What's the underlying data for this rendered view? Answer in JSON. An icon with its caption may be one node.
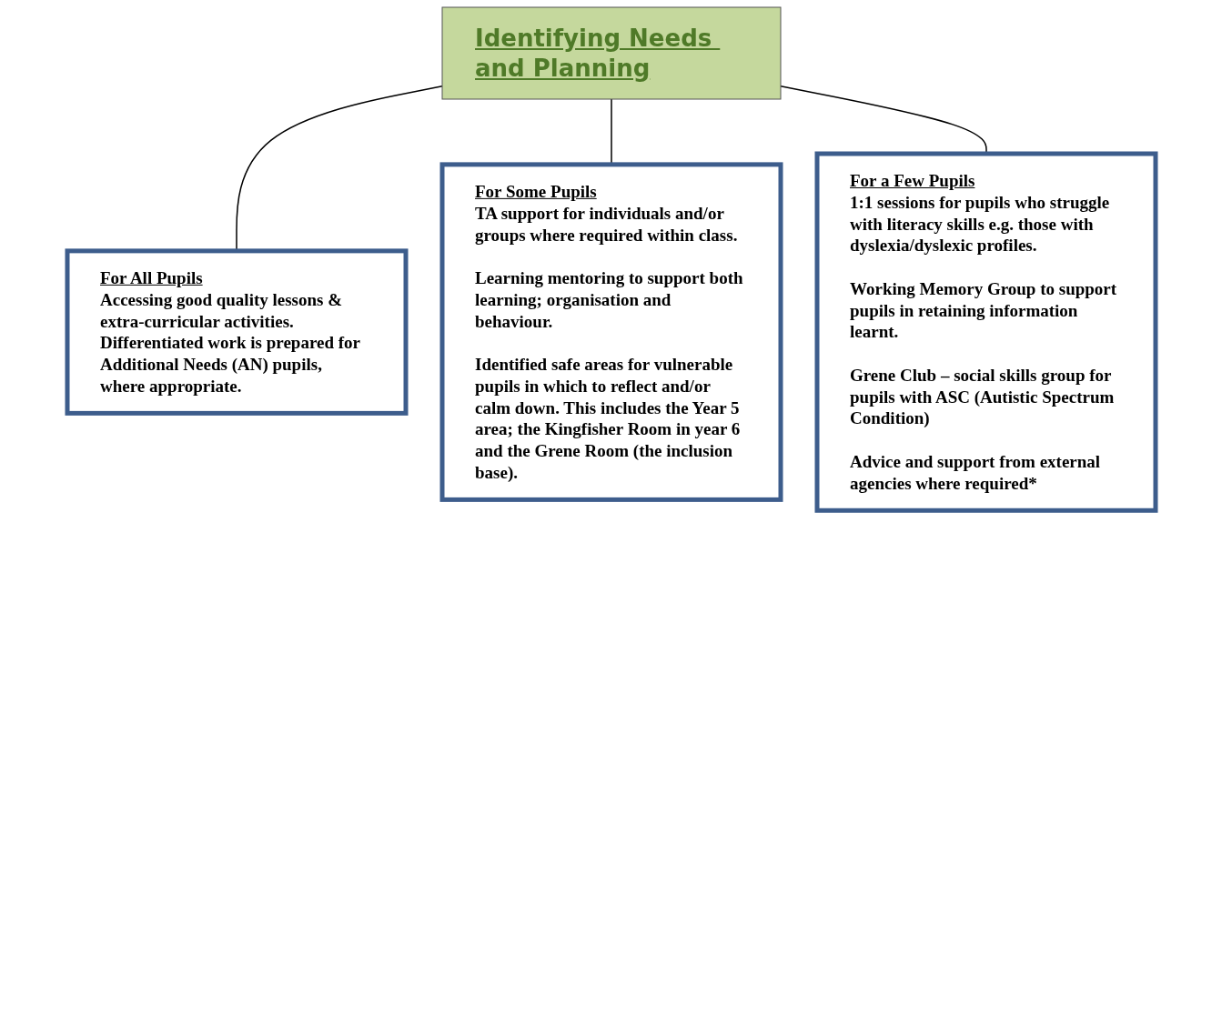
{
  "diagram": {
    "nodes": [
      {
        "text": [
          "Identifying Needs and Planning"
        ]
      },
      {
        "text": [
          "For All Pupils",
          "Accessing good quality lessons & extra-curricular activities. Differentiated work is prepared for Additional Needs (AN) pupils, where appropriate."
        ]
      },
      {
        "text": [
          "For Some Pupils",
          "TA support for individuals and/or groups where required within class.",
          "Learning mentoring to support both learning; organisation and behaviour.",
          "Identified safe areas for vulnerable pupils in which to reflect and/or calm down. This includes the Year 5 area; the Kingfisher Room in year 6 and the Grene Room (the inclusion base)."
        ]
      },
      {
        "text": [
          "For a Few Pupils",
          "1:1 sessions for pupils who struggle with literacy skills e.g. those with dyslexia/dyslexic profiles.",
          "Working Memory Group to support pupils in retaining information learnt.",
          "Grene Club – social skills group for pupils with ASC (Autistic Spectrum Condition)",
          "Advice and support from external agencies where required*"
        ]
      }
    ],
    "edges": [
      {
        "from": 0,
        "to": 1,
        "arrow": "none"
      },
      {
        "from": 0,
        "to": 2,
        "arrow": "none"
      },
      {
        "from": 0,
        "to": 3,
        "arrow": "none"
      }
    ]
  }
}
